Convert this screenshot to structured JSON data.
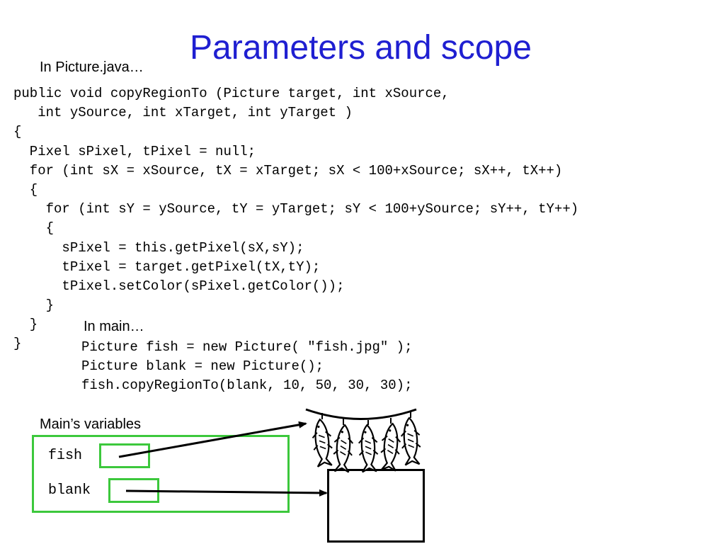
{
  "slide": {
    "title": "Parameters and scope",
    "picture_label": "In Picture.java…",
    "main_label": "In main…",
    "variables_label": "Main’s variables"
  },
  "method_code": [
    "public void copyRegionTo (Picture target, int xSource,",
    "   int ySource, int xTarget, int yTarget )",
    "{",
    "  Pixel sPixel, tPixel = null;",
    "  for (int sX = xSource, tX = xTarget; sX < 100+xSource; sX++, tX++)",
    "  {",
    "    for (int sY = ySource, tY = yTarget; sY < 100+ySource; sY++, tY++)",
    "    {",
    "      sPixel = this.getPixel(sX,sY);",
    "      tPixel = target.getPixel(tX,tY);",
    "      tPixel.setColor(sPixel.getColor());",
    "    }",
    "  }",
    "}"
  ],
  "main_code": [
    "Picture fish = new Picture( \"fish.jpg\" );",
    "Picture blank = new Picture();",
    "fish.copyRegionTo(blank, 10, 50, 30, 30);"
  ],
  "variables": [
    {
      "name": "fish"
    },
    {
      "name": "blank"
    }
  ],
  "colors": {
    "title": "#1f1fd1",
    "box_border": "#3cc83c",
    "arrow": "#000000"
  },
  "icons": {
    "fish_picture": "hanging-fish-icon"
  }
}
